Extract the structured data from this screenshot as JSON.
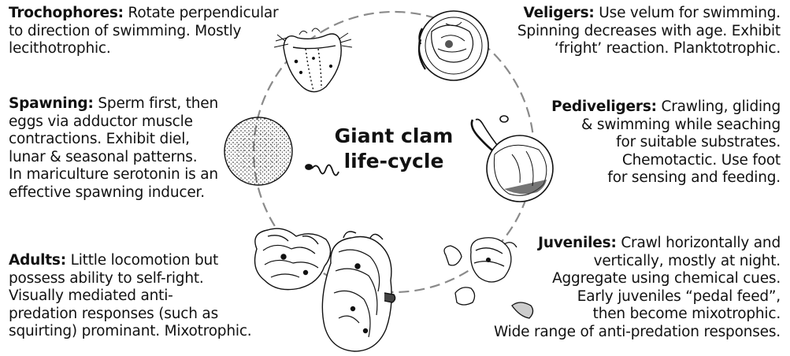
{
  "center": {
    "line1": "Giant clam",
    "line2": "life-cycle"
  },
  "stages": {
    "trochophores": {
      "title": "Trochophores:",
      "lines": [
        " Rotate perpendicular",
        "to direction of swimming. Mostly",
        "lecithotrophic."
      ]
    },
    "veligers": {
      "title": "Veligers:",
      "lines": [
        " Use velum for swimming.",
        "Spinning decreases with age. Exhibit",
        "‘fright’ reaction. Planktotrophic."
      ]
    },
    "spawning": {
      "title": "Spawning:",
      "lines": [
        " Sperm first, then",
        "eggs via adductor muscle",
        "contractions. Exhibit diel,",
        "lunar & seasonal patterns.",
        "In mariculture serotonin is an",
        "effective spawning inducer."
      ]
    },
    "pediveligers": {
      "title": "Pediveligers:",
      "lines": [
        " Crawling, gliding",
        "& swimming while seaching",
        "for suitable substrates.",
        "Chemotactic. Use foot",
        "for sensing and feeding."
      ]
    },
    "adults": {
      "title": "Adults:",
      "lines": [
        " Little locomotion but",
        "possess ability to self-right.",
        "Visually mediated anti-",
        "predation responses (such as",
        "squirting) prominant. Mixotrophic."
      ]
    },
    "juveniles": {
      "title": "Juveniles:",
      "lines": [
        " Crawl horizontally and",
        "vertically, mostly at night.",
        "Aggregate using chemical cues.",
        "Early juveniles “pedal feed”,",
        "then become mixotrophic.",
        "Wide range of anti-predation responses."
      ]
    }
  }
}
